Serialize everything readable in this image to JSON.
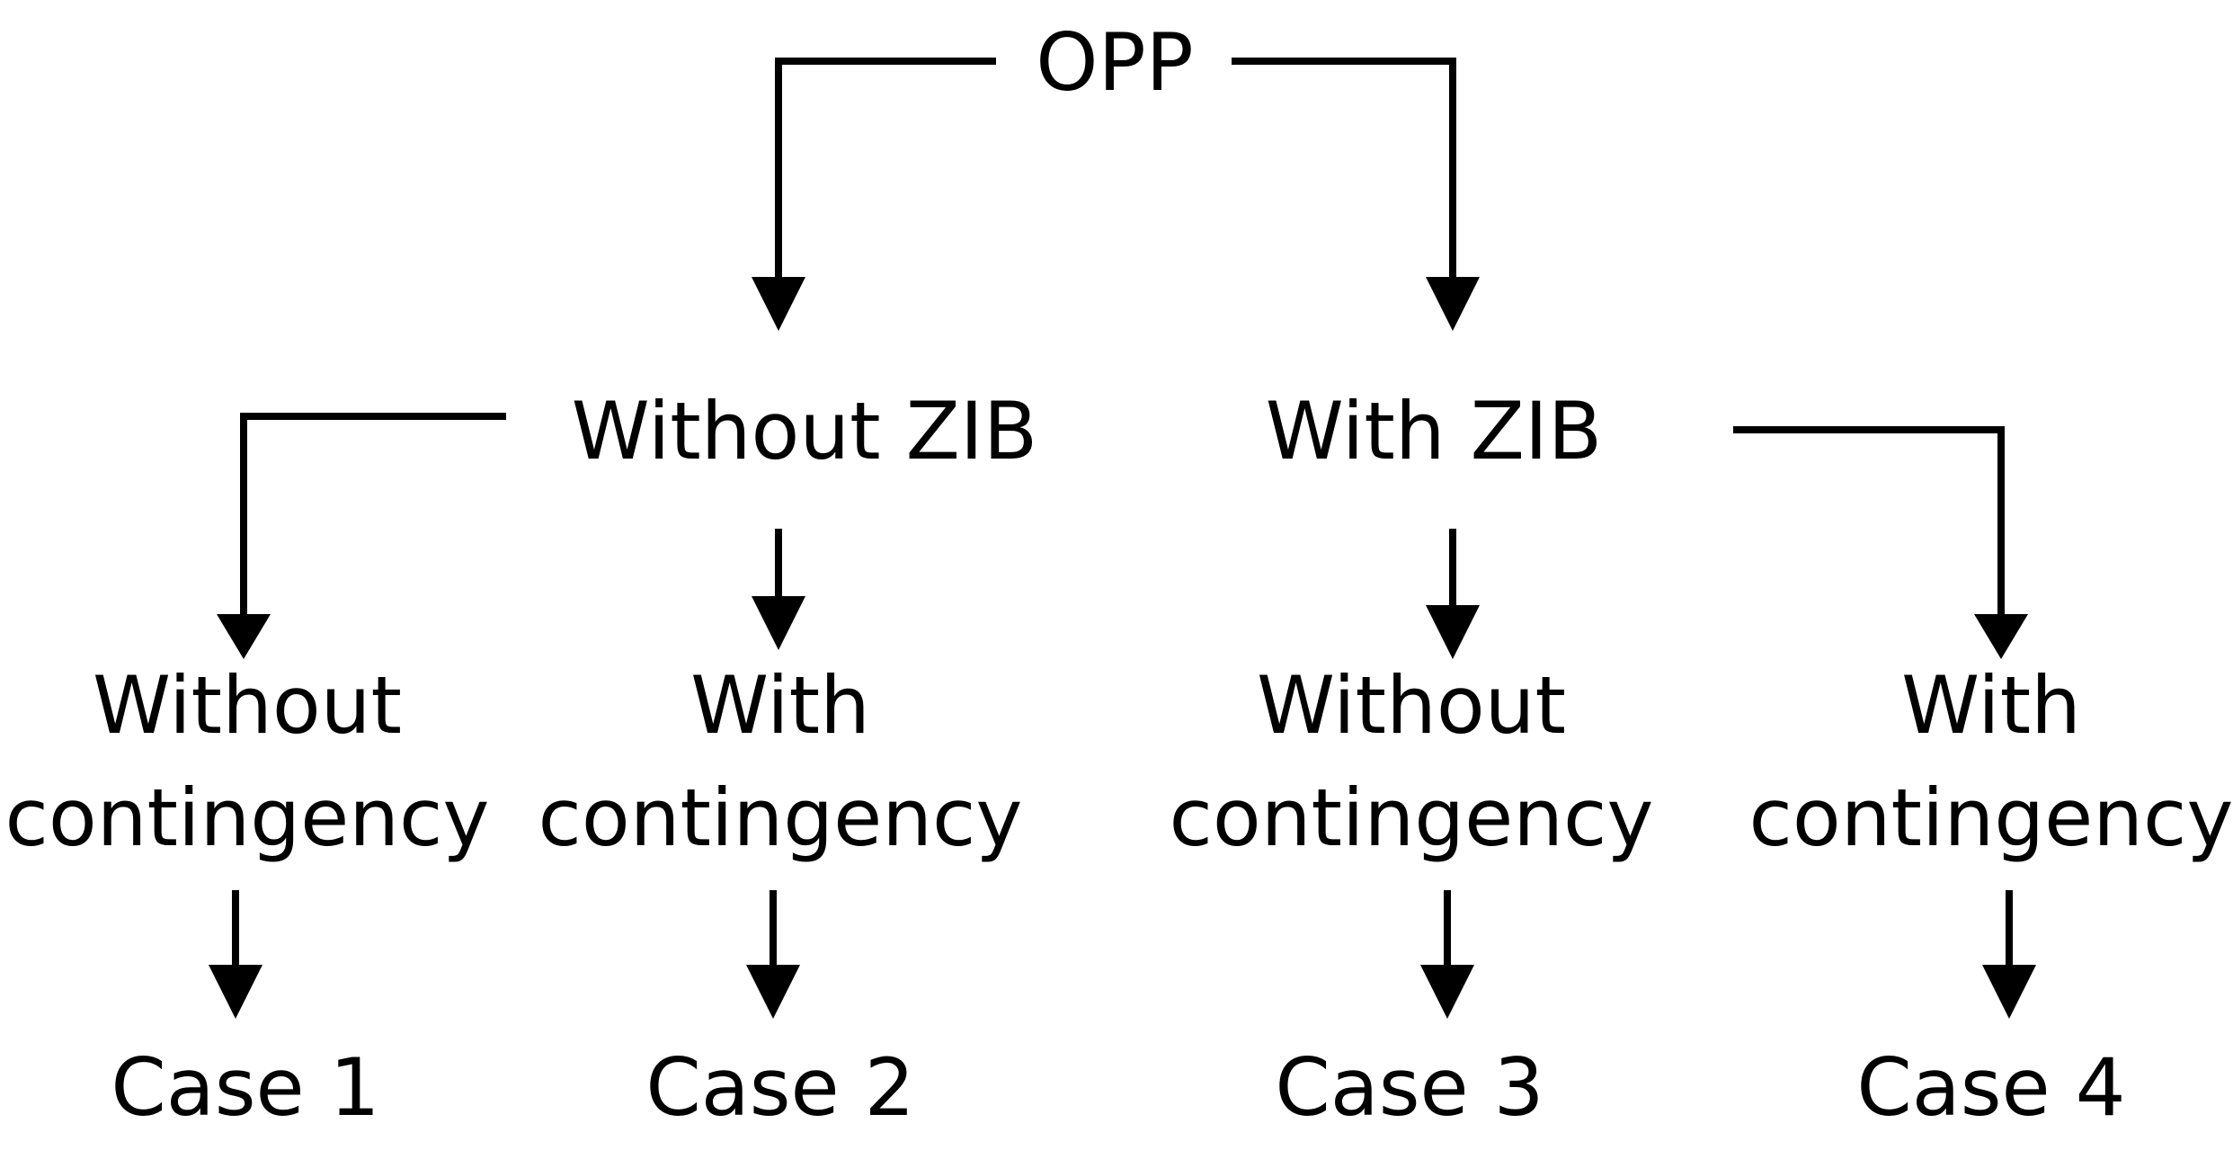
{
  "diagram": {
    "root": "OPP",
    "level1": {
      "left": "Without ZIB",
      "right": "With ZIB"
    },
    "level2": [
      {
        "line1": "Without",
        "line2": "contingency"
      },
      {
        "line1": "With",
        "line2": "contingency"
      },
      {
        "line1": "Without",
        "line2": "contingency"
      },
      {
        "line1": "With",
        "line2": "contingency"
      }
    ],
    "cases": [
      "Case 1",
      "Case 2",
      "Case 3",
      "Case 4"
    ]
  },
  "colors": {
    "ink": "#000000",
    "background": "#ffffff"
  }
}
